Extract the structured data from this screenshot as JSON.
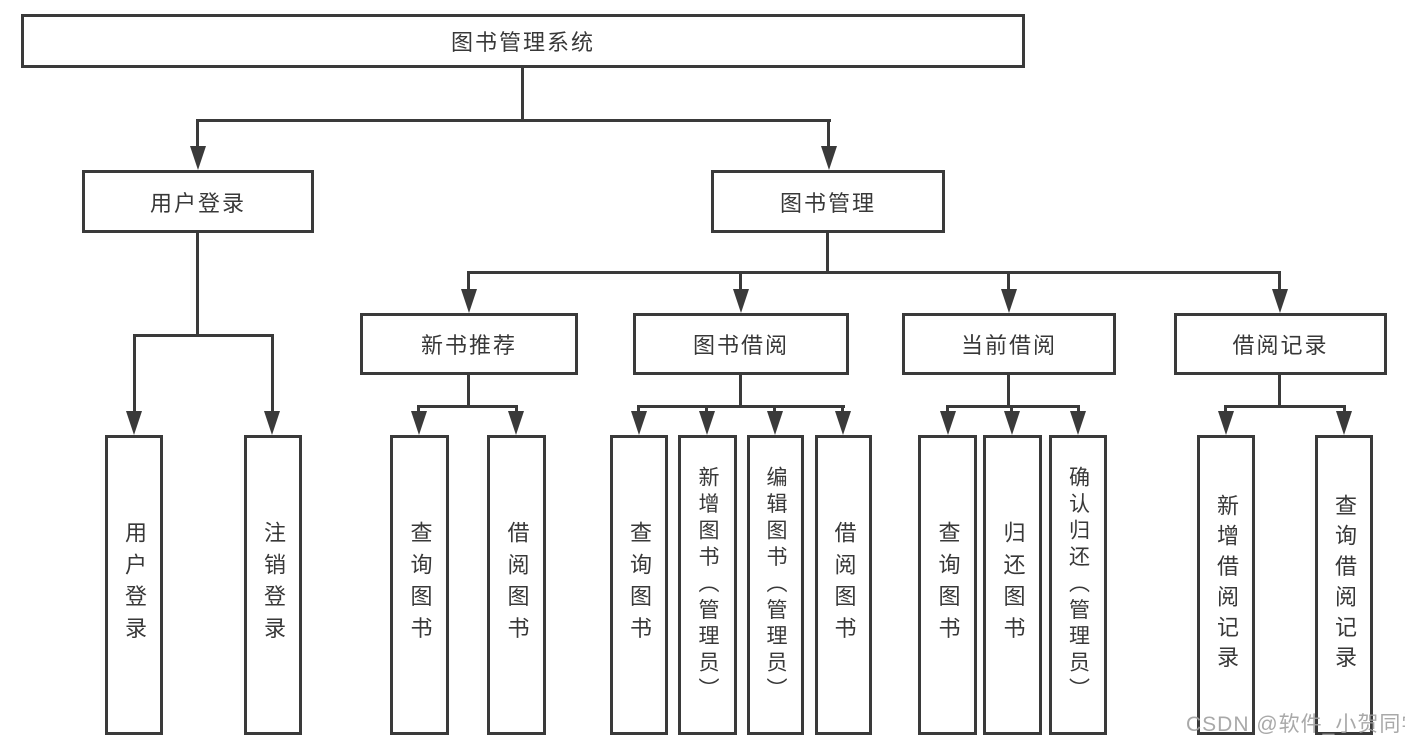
{
  "nodes": {
    "root": "图书管理系统",
    "user_login": "用户登录",
    "book_management": "图书管理",
    "new_book_recommend": "新书推荐",
    "book_borrow": "图书借阅",
    "current_borrow": "当前借阅",
    "borrow_record": "借阅记录",
    "leaf_user_login": "用户登录",
    "leaf_logout": "注销登录",
    "leaf_nb_query": "查询图书",
    "leaf_nb_borrow": "借阅图书",
    "leaf_bb_query": "查询图书",
    "leaf_bb_add": "新增图书（管理员）",
    "leaf_bb_edit": "编辑图书（管理员）",
    "leaf_bb_borrow": "借阅图书",
    "leaf_cb_query": "查询图书",
    "leaf_cb_return": "归还图书",
    "leaf_cb_confirm": "确认归还（管理员）",
    "leaf_br_add": "新增借阅记录",
    "leaf_br_query": "查询借阅记录"
  },
  "watermark": "CSDN @软件_小贺同学",
  "colors": {
    "line": "#3a3a3a",
    "text": "#383838",
    "watermark": "#a0a0a0",
    "background": "#ffffff"
  }
}
